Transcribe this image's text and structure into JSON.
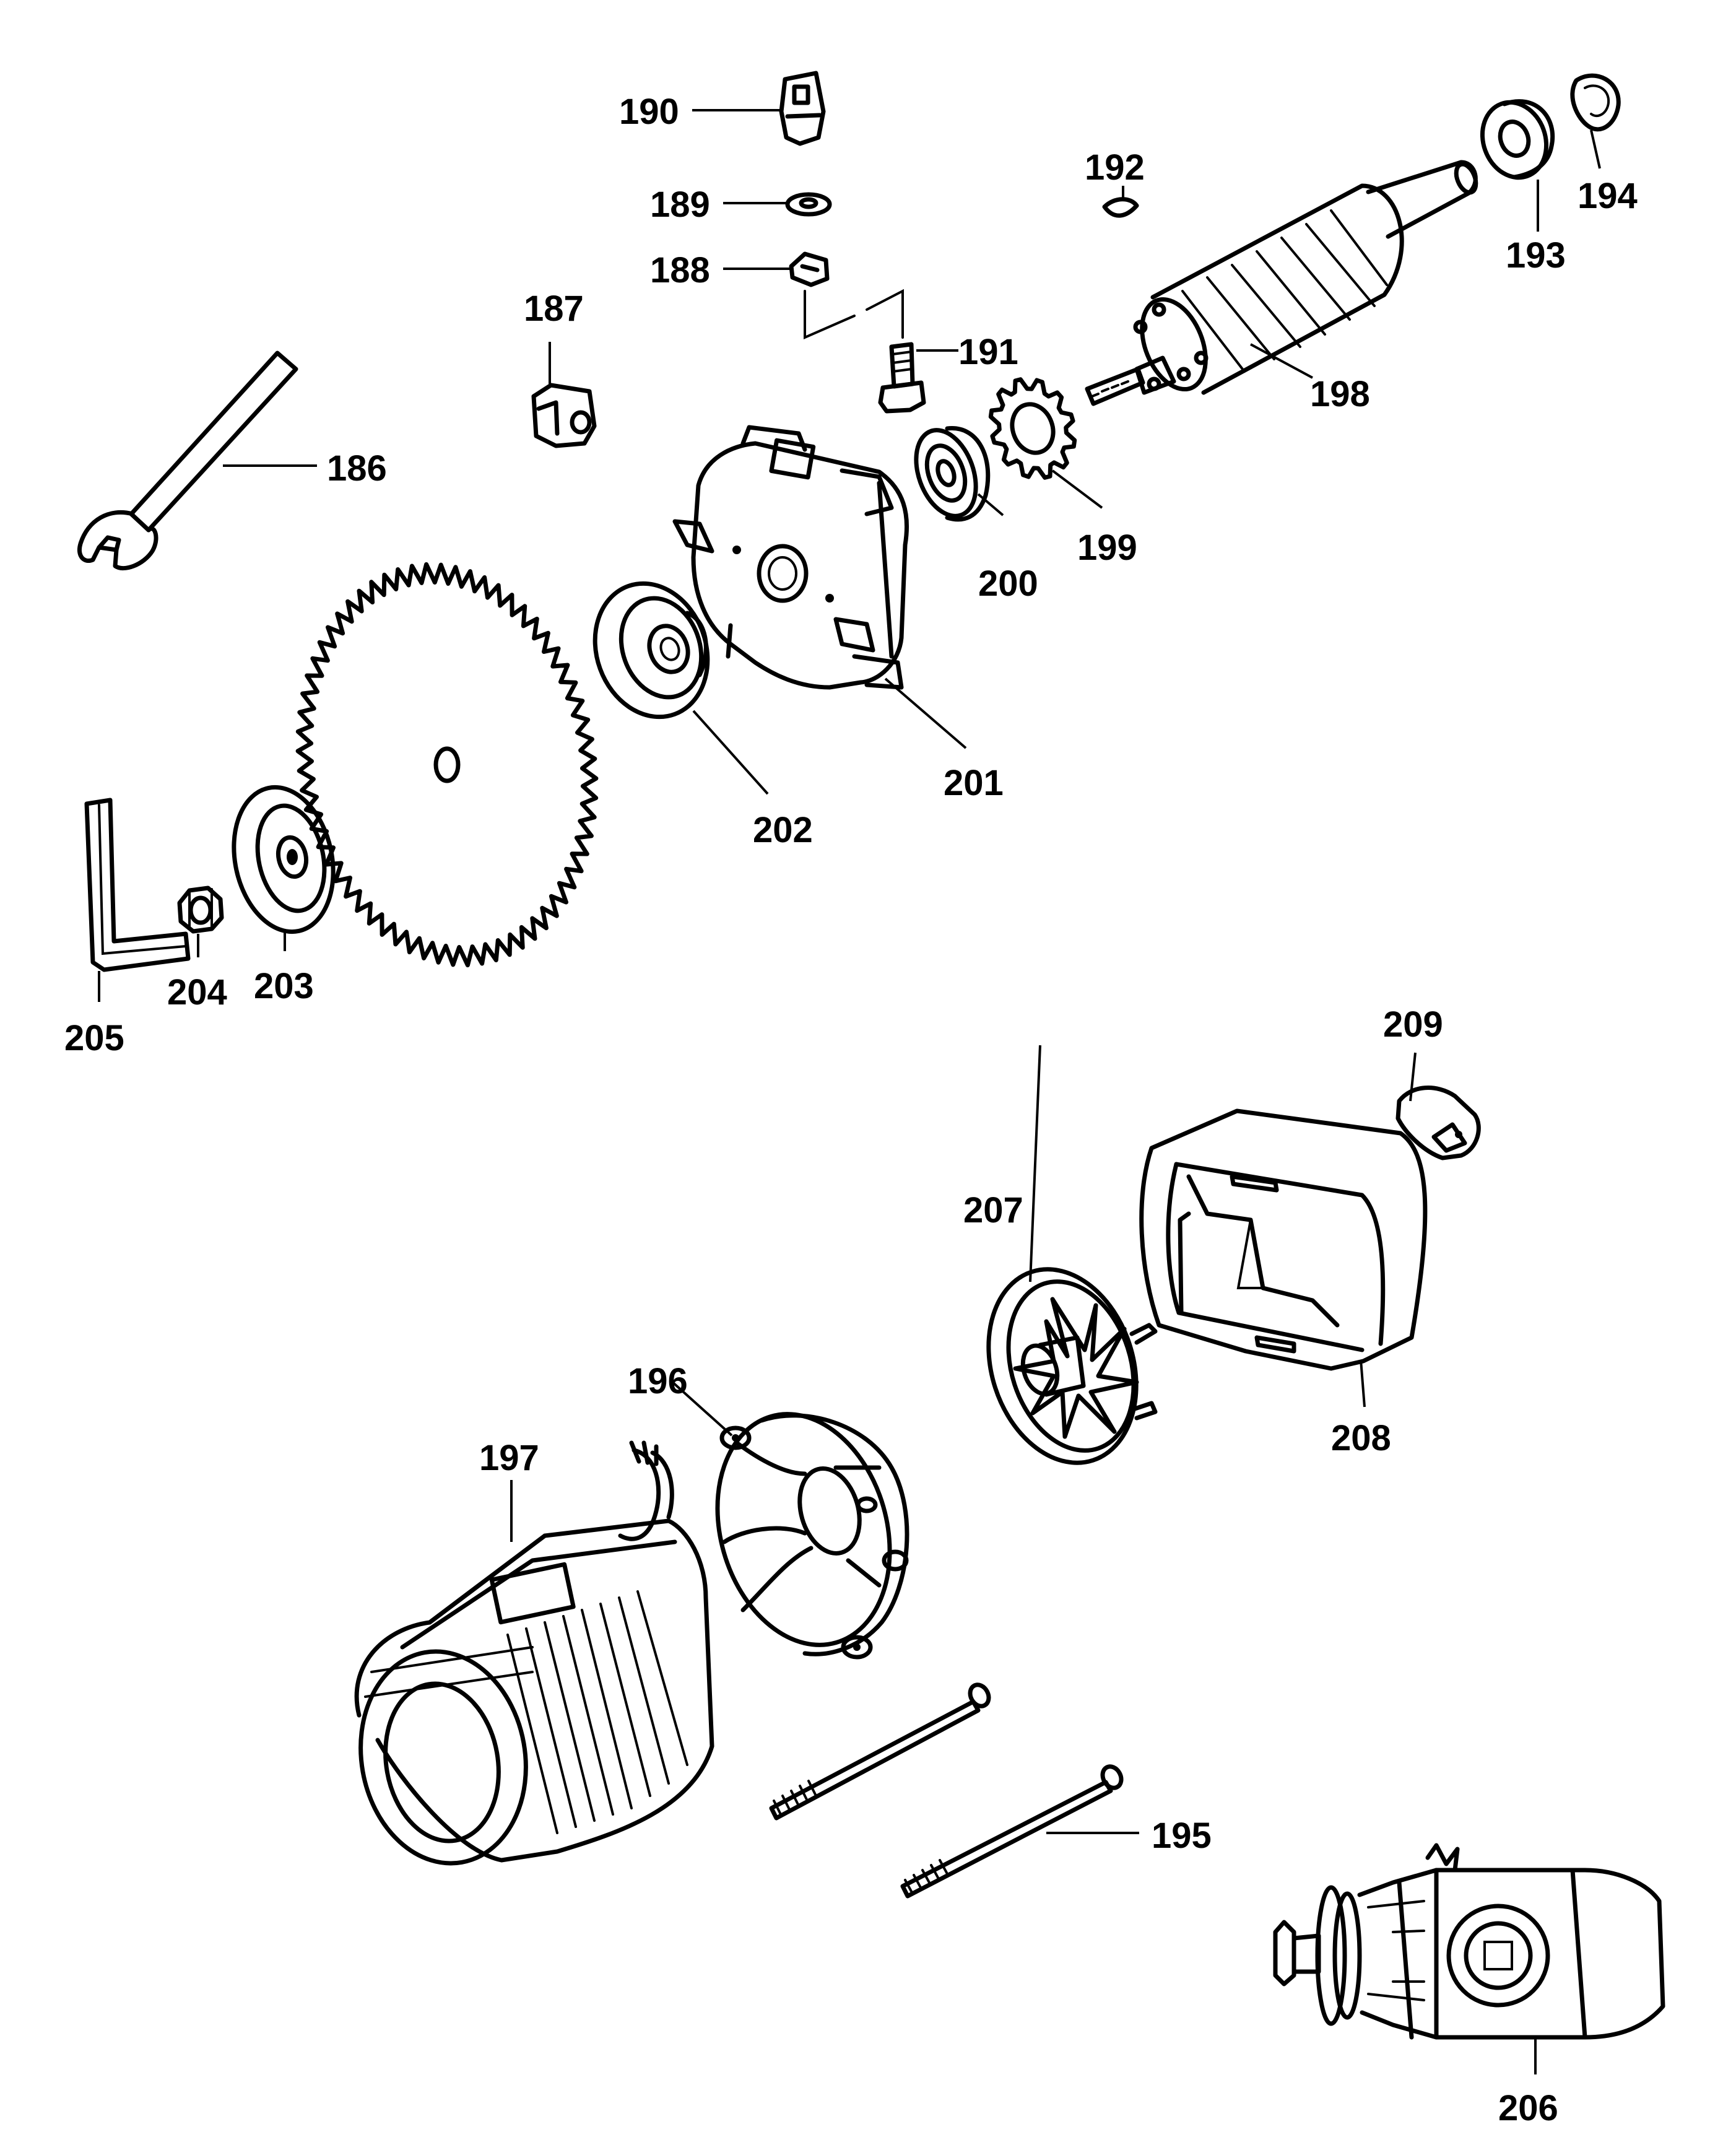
{
  "parts": [
    {
      "key": "186",
      "label": "186"
    },
    {
      "key": "187",
      "label": "187"
    },
    {
      "key": "188",
      "label": "188"
    },
    {
      "key": "189",
      "label": "189"
    },
    {
      "key": "190",
      "label": "190"
    },
    {
      "key": "191",
      "label": "191"
    },
    {
      "key": "192",
      "label": "192"
    },
    {
      "key": "193",
      "label": "193"
    },
    {
      "key": "194",
      "label": "194"
    },
    {
      "key": "195",
      "label": "195"
    },
    {
      "key": "196",
      "label": "196"
    },
    {
      "key": "197",
      "label": "197"
    },
    {
      "key": "198",
      "label": "198"
    },
    {
      "key": "199",
      "label": "199"
    },
    {
      "key": "200",
      "label": "200"
    },
    {
      "key": "201",
      "label": "201"
    },
    {
      "key": "202",
      "label": "202"
    },
    {
      "key": "203",
      "label": "203"
    },
    {
      "key": "204",
      "label": "204"
    },
    {
      "key": "205",
      "label": "205"
    },
    {
      "key": "206",
      "label": "206"
    },
    {
      "key": "207",
      "label": "207"
    },
    {
      "key": "208",
      "label": "208"
    },
    {
      "key": "209",
      "label": "209"
    }
  ]
}
